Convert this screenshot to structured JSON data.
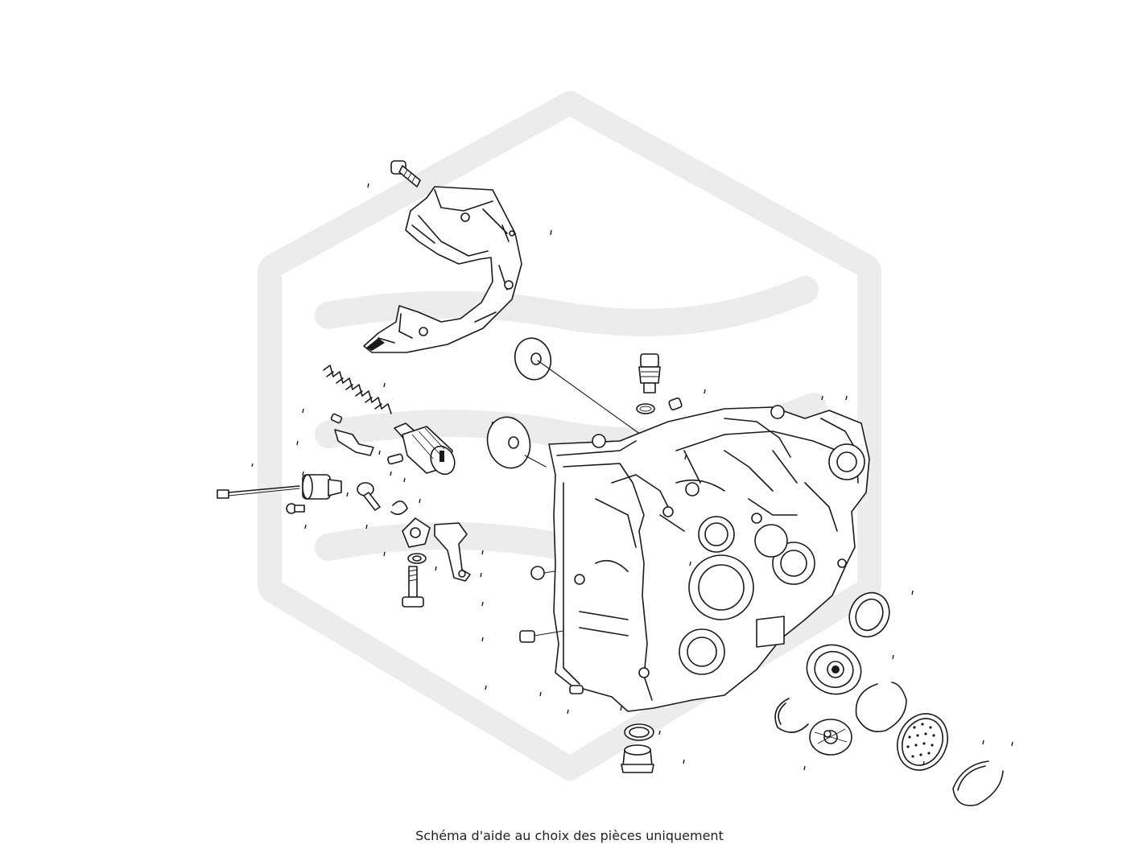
{
  "caption": "Schéma d'aide au choix des pièces uniquement",
  "watermark": {
    "name": "hexagon-logo",
    "color": "#ececec"
  },
  "line_color": "#1a1a1a",
  "parts": [
    "bolt",
    "gear-cover",
    "spring",
    "bracket",
    "pin",
    "shift-shaft",
    "solenoid-with-wire",
    "small-screw",
    "pivot-bolt",
    "clip",
    "shift-cam",
    "lever",
    "washer",
    "long-bolt",
    "breather-plug",
    "plug",
    "o-ring",
    "dowel",
    "gasket-disc",
    "spacer-disc",
    "o-ring-small",
    "housing",
    "housing-bolt",
    "dowel-lower",
    "seal-ring",
    "bearing",
    "snap-ring",
    "retaining-ring",
    "ring-small",
    "oil-filter-disc",
    "oil-screen",
    "circlip-large",
    "drain-o-ring",
    "drain-plug"
  ]
}
